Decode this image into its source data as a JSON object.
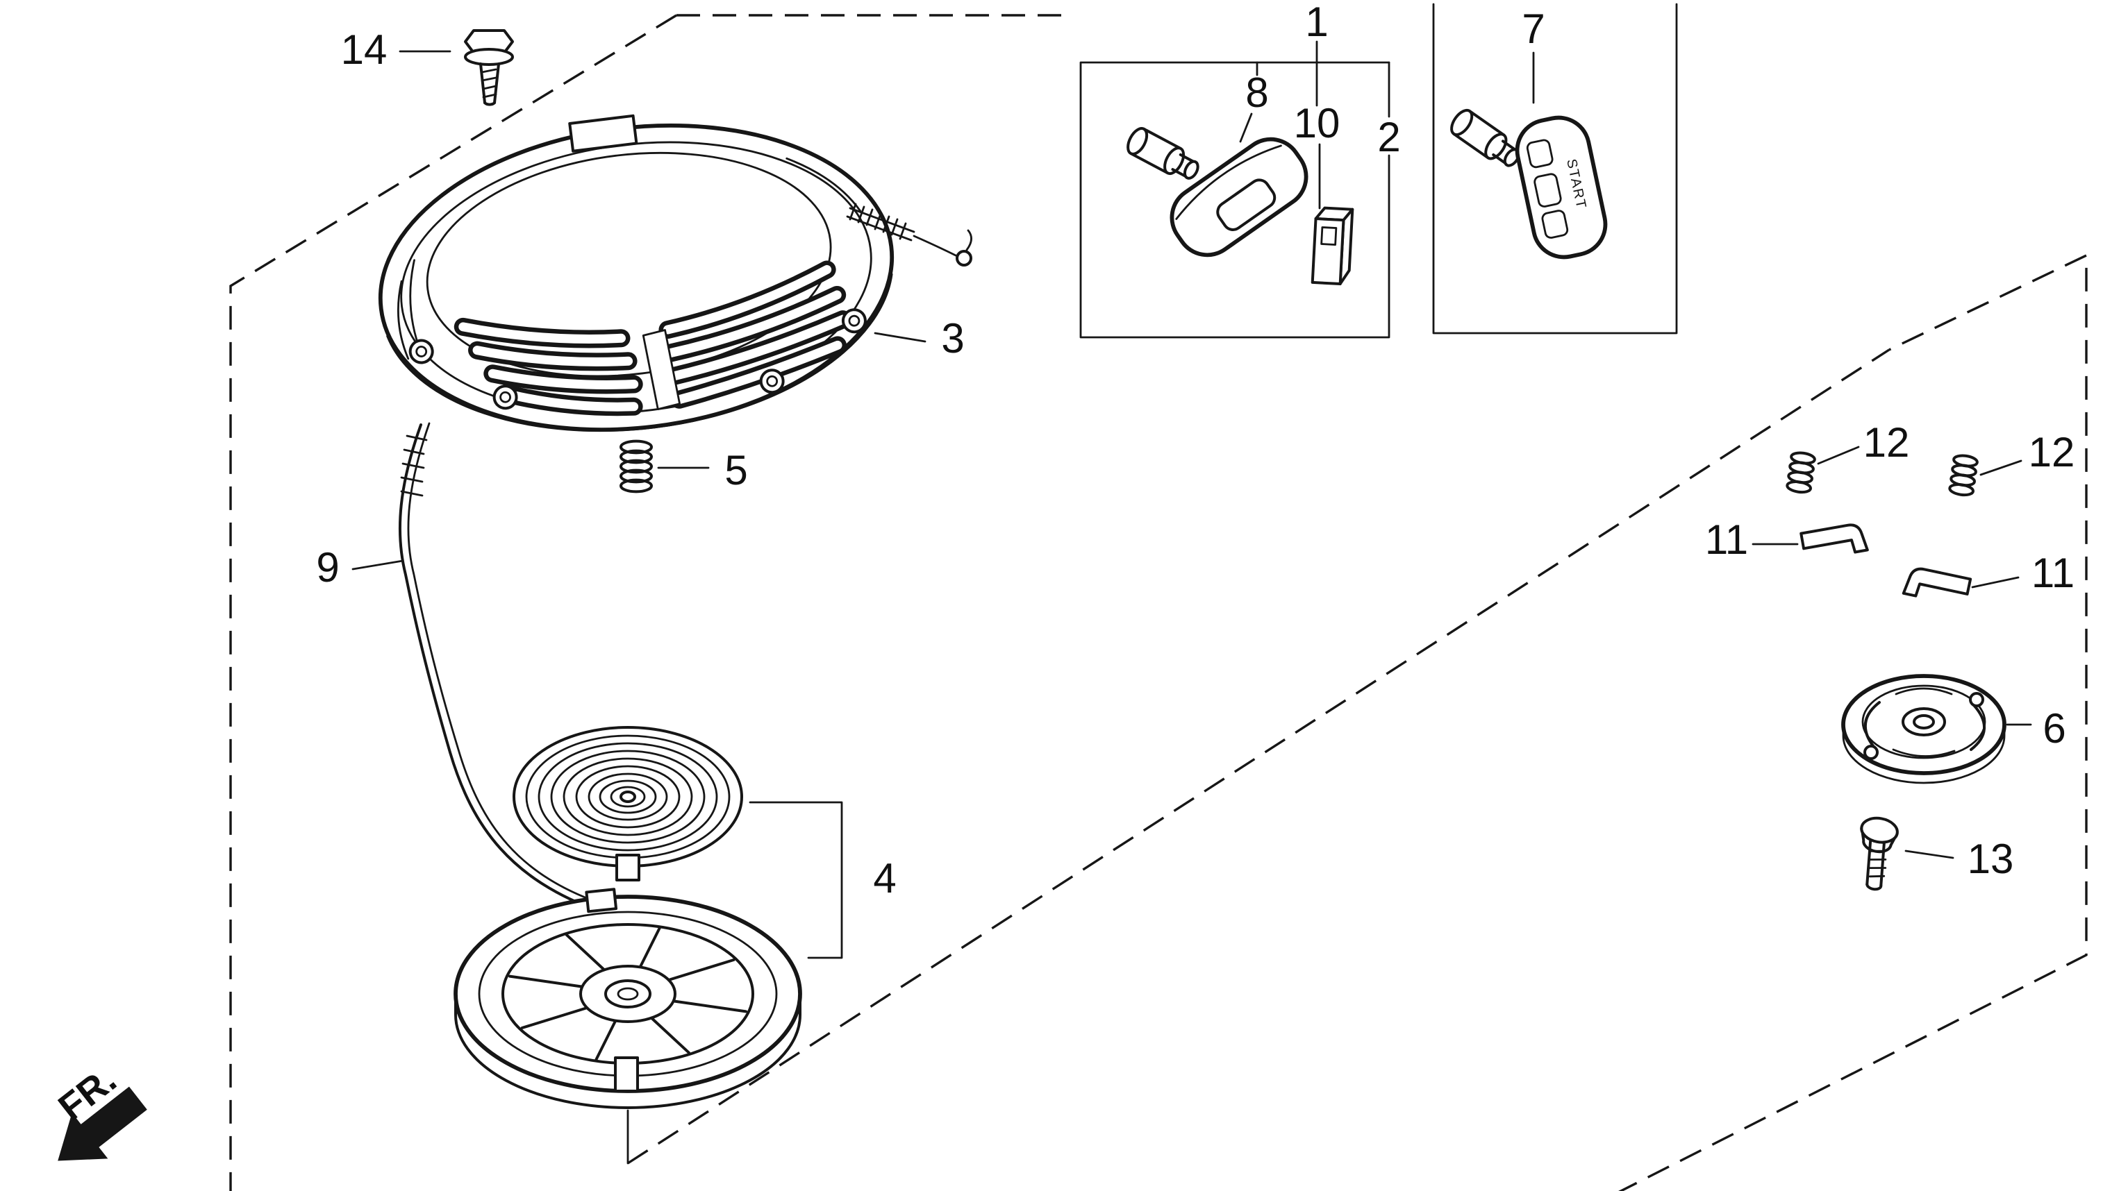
{
  "fr_label": "FR.",
  "grip_text": "START",
  "callouts": {
    "c1": "1",
    "c2": "2",
    "c3": "3",
    "c4": "4",
    "c5": "5",
    "c6": "6",
    "c7": "7",
    "c8": "8",
    "c9": "9",
    "c10": "10",
    "c11a": "11",
    "c11b": "11",
    "c12a": "12",
    "c12b": "12",
    "c13": "13",
    "c14": "14"
  }
}
